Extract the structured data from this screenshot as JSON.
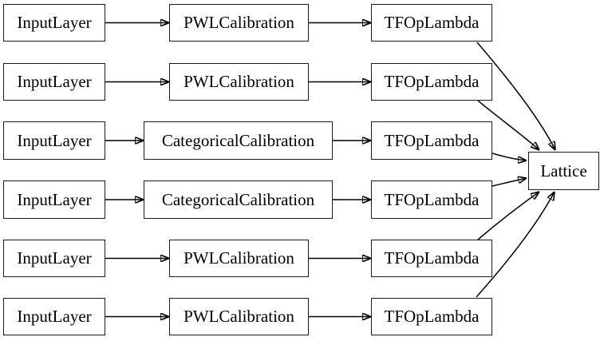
{
  "diagram": {
    "kind": "model-layer-graph",
    "direction": "left-to-right",
    "background": "#ffffff",
    "node_fill": "#ffffff",
    "node_border": "#1a1a1a",
    "edge_color": "#000000"
  },
  "rows": [
    {
      "input": "InputLayer",
      "calibration": "PWLCalibration",
      "op": "TFOpLambda"
    },
    {
      "input": "InputLayer",
      "calibration": "PWLCalibration",
      "op": "TFOpLambda"
    },
    {
      "input": "InputLayer",
      "calibration": "CategoricalCalibration",
      "op": "TFOpLambda"
    },
    {
      "input": "InputLayer",
      "calibration": "CategoricalCalibration",
      "op": "TFOpLambda"
    },
    {
      "input": "InputLayer",
      "calibration": "PWLCalibration",
      "op": "TFOpLambda"
    },
    {
      "input": "InputLayer",
      "calibration": "PWLCalibration",
      "op": "TFOpLambda"
    }
  ],
  "output_node": {
    "label": "Lattice"
  },
  "edges": [
    {
      "from": "row1-input",
      "to": "row1-calibration"
    },
    {
      "from": "row2-input",
      "to": "row2-calibration"
    },
    {
      "from": "row3-input",
      "to": "row3-calibration"
    },
    {
      "from": "row4-input",
      "to": "row4-calibration"
    },
    {
      "from": "row5-input",
      "to": "row5-calibration"
    },
    {
      "from": "row6-input",
      "to": "row6-calibration"
    },
    {
      "from": "row1-calibration",
      "to": "row1-op"
    },
    {
      "from": "row2-calibration",
      "to": "row2-op"
    },
    {
      "from": "row3-calibration",
      "to": "row3-op"
    },
    {
      "from": "row4-calibration",
      "to": "row4-op"
    },
    {
      "from": "row5-calibration",
      "to": "row5-op"
    },
    {
      "from": "row6-calibration",
      "to": "row6-op"
    },
    {
      "from": "row1-op",
      "to": "lattice"
    },
    {
      "from": "row2-op",
      "to": "lattice"
    },
    {
      "from": "row3-op",
      "to": "lattice"
    },
    {
      "from": "row4-op",
      "to": "lattice"
    },
    {
      "from": "row5-op",
      "to": "lattice"
    },
    {
      "from": "row6-op",
      "to": "lattice"
    }
  ]
}
